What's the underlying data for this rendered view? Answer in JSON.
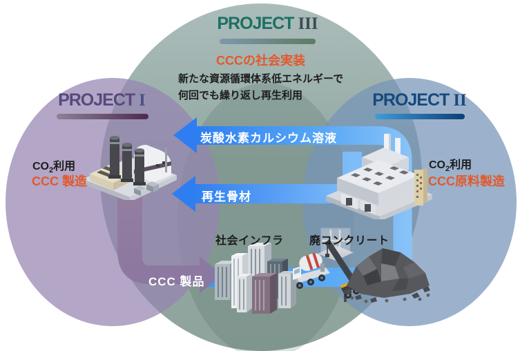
{
  "project3": {
    "name": "PROJECT",
    "numeral": "III",
    "subtitle": "CCCの社会実装",
    "desc_line1": "新たな資源循環体系低エネルギーで",
    "desc_line2": "何回でも繰り返し再生利用"
  },
  "project1": {
    "name": "PROJECT",
    "numeral": "I",
    "co2_prefix": "CO",
    "co2_sub": "2",
    "co2_suffix": "利用",
    "role": "CCC 製造"
  },
  "project2": {
    "name": "PROJECT",
    "numeral": "II",
    "co2_prefix": "CO",
    "co2_sub": "2",
    "co2_suffix": "利用",
    "role": "CCC原料製造"
  },
  "flows": {
    "solution_label": "炭酸水素カルシウム溶液",
    "aggregate_label": "再生骨材",
    "product_label": "CCC 製品"
  },
  "sites": {
    "infrastructure_label": "社会インフラ",
    "waste_concrete_label": "廃コンクリート"
  },
  "colors": {
    "project1_accent": "#564a7d",
    "project2_accent": "#17497c",
    "project3_accent": "#1e6f63",
    "highlight_orange": "#e2592b",
    "arrow_blue": "#2e7ef1",
    "band_purple": "#8d77a0",
    "circle_purple": "#b3a6c7",
    "circle_blue": "#9cb2cb",
    "circle_teal": "#93a8a2",
    "body_text": "#1c1c1c"
  },
  "icons": {
    "left_factory": "ccc-plant-icon",
    "right_factory": "raw-material-plant-icon",
    "city": "infrastructure-buildings-icon",
    "mixer_truck": "mixer-truck-icon",
    "crane_truck": "crane-truck-icon",
    "scaffold": "construction-scaffold-icon",
    "rubble": "concrete-rubble-icon"
  }
}
